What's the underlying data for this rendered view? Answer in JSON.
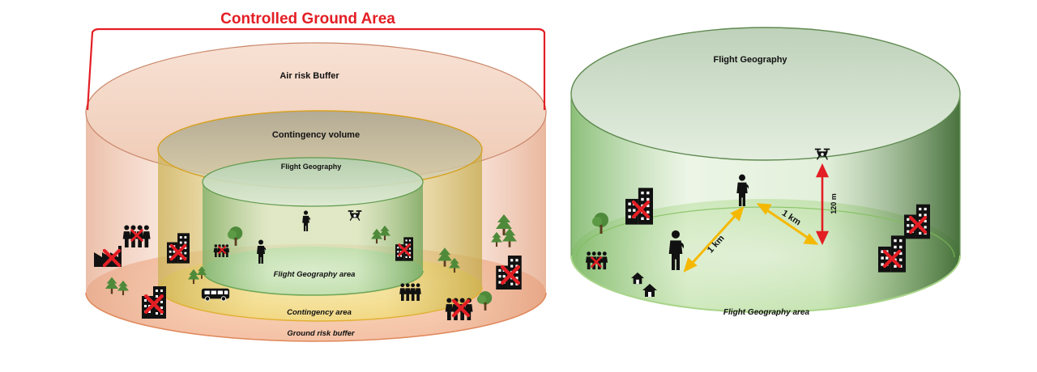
{
  "left_diagram": {
    "controlled_ground_area": "Controlled Ground Area",
    "air_risk_buffer": "Air risk Buffer",
    "contingency_volume": "Contingency volume",
    "flight_geography": "Flight Geography",
    "flight_geography_area": "Flight Geography area",
    "contingency_area": "Contingency area",
    "ground_risk_buffer": "Ground risk buffer"
  },
  "right_diagram": {
    "flight_geography": "Flight Geography",
    "flight_geography_area": "Flight Geography area",
    "distance_label_1": "1 km",
    "distance_label_2": "1 km",
    "height_label": "120 m"
  },
  "colors": {
    "controlled_bracket": "#e31e24",
    "air_risk_buffer": "#f2c9b0",
    "contingency": "#f3d77a",
    "flight_geography": "#b9dca8",
    "distance_arrow": "#f5b800",
    "height_arrow": "#e31e24"
  }
}
